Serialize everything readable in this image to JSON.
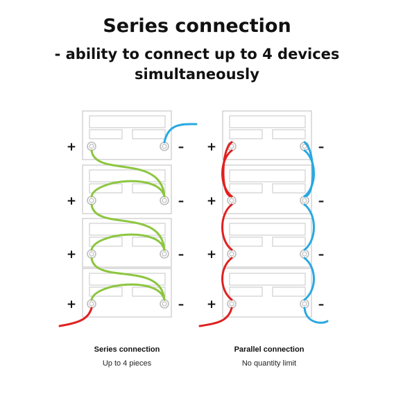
{
  "title": "Series connection",
  "subtitle_line1": "- ability to connect up to 4 devices",
  "subtitle_line2": "simultaneously",
  "terminal_signs": {
    "plus": "+",
    "minus": "–"
  },
  "series": {
    "caption_title": "Series connection",
    "caption_sub": "Up to 4 pieces"
  },
  "parallel": {
    "caption_title": "Parallel connection",
    "caption_sub": "No quantity limit"
  },
  "colors": {
    "device_outline": "#cfcfcf",
    "terminal": "#bdbdbd",
    "series_link": "#8cc63f",
    "positive_wire": "#e02020",
    "negative_wire": "#29a8e0"
  }
}
